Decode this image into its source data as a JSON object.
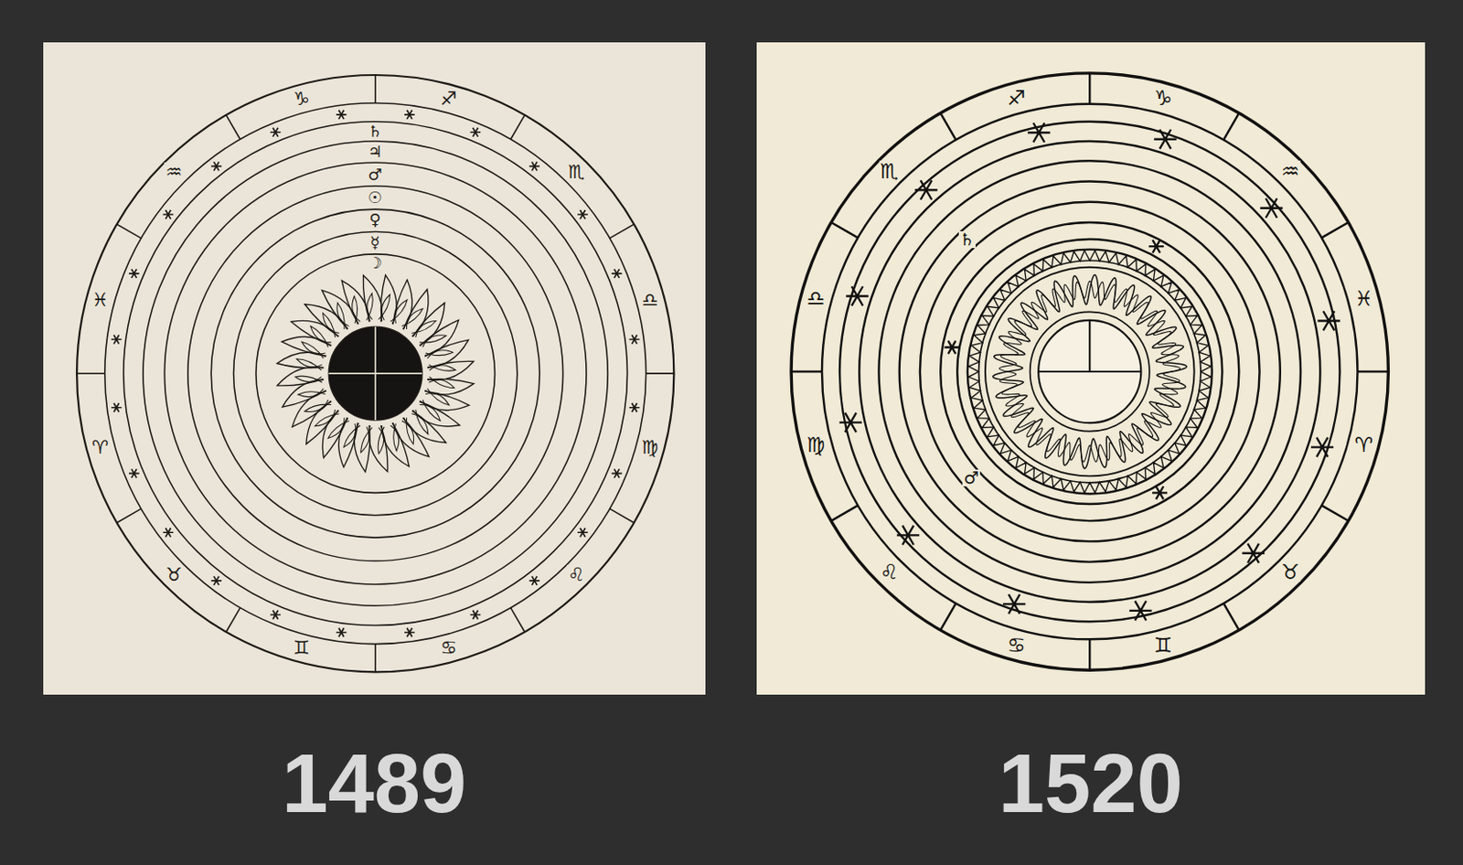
{
  "diagram": {
    "nodes": [
      {
        "text": [
          "1489"
        ]
      },
      {
        "text": [
          "1520"
        ]
      }
    ],
    "labels": [
      "♈",
      "♉",
      "♊",
      "♋",
      "♌",
      "♍",
      "♎",
      "♏",
      "♐",
      "♑",
      "♒",
      "♓",
      "♄",
      "♃",
      "♂",
      "☉",
      "♀",
      "☿",
      "☽",
      "♈",
      "♉",
      "♊",
      "♋",
      "♌",
      "♍",
      "♎",
      "♏",
      "♐",
      "♑",
      "♒",
      "♓",
      "♄",
      "♂"
    ]
  }
}
